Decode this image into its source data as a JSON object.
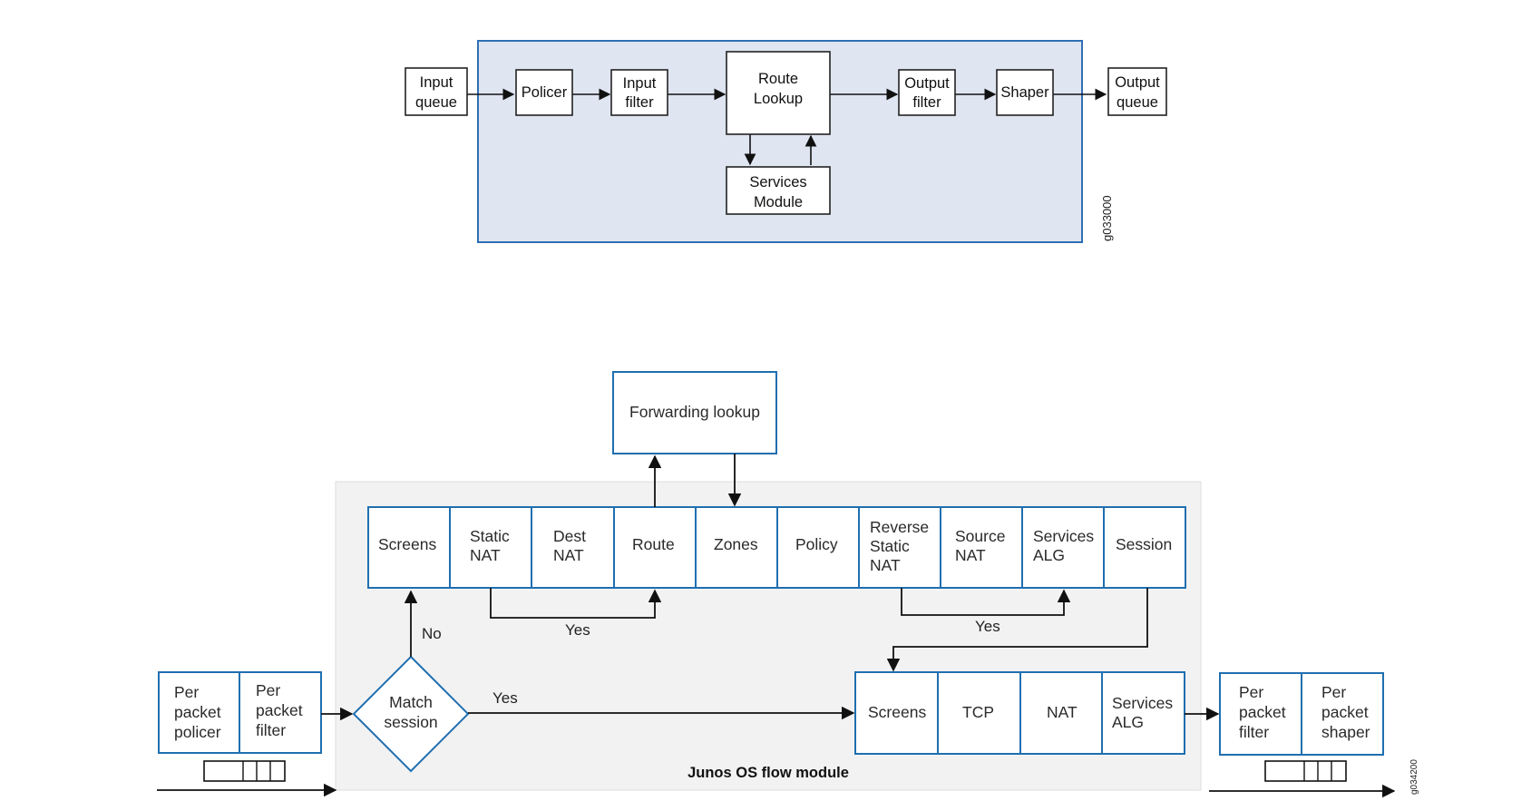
{
  "diagram_top": {
    "boxes": {
      "input_queue": [
        "Input",
        "queue"
      ],
      "policer": [
        "Policer"
      ],
      "input_filter": [
        "Input",
        "filter"
      ],
      "route_lookup": [
        "Route",
        "Lookup"
      ],
      "services_module": [
        "Services",
        "Module"
      ],
      "output_filter": [
        "Output",
        "filter"
      ],
      "shaper": [
        "Shaper"
      ],
      "output_queue": [
        "Output",
        "queue"
      ]
    },
    "figure_id": "g033000"
  },
  "diagram_bottom": {
    "forwarding_lookup": "Forwarding lookup",
    "flow_row": [
      [
        "Screens"
      ],
      [
        "Static",
        "NAT"
      ],
      [
        "Dest",
        "NAT"
      ],
      [
        "Route"
      ],
      [
        "Zones"
      ],
      [
        "Policy"
      ],
      [
        "Reverse",
        "Static",
        "NAT"
      ],
      [
        "Source",
        "NAT"
      ],
      [
        "Services",
        "ALG"
      ],
      [
        "Session"
      ]
    ],
    "fast_path_row": [
      [
        "Screens"
      ],
      [
        "TCP"
      ],
      [
        "NAT"
      ],
      [
        "Services",
        "ALG"
      ]
    ],
    "ingress": [
      [
        "Per",
        "packet",
        "policer"
      ],
      [
        "Per",
        "packet",
        "filter"
      ]
    ],
    "egress": [
      [
        "Per",
        "packet",
        "filter"
      ],
      [
        "Per",
        "packet",
        "shaper"
      ]
    ],
    "decision": [
      "Match",
      "session"
    ],
    "labels": {
      "no": "No",
      "yes_match": "Yes",
      "yes_nat_left": "Yes",
      "yes_nat_right": "Yes"
    },
    "module_title": "Junos OS flow module",
    "figure_id": "g034200"
  },
  "colors": {
    "diagram_top_bg": "#dfe5f1",
    "diagram_top_border": "#2f6fb3",
    "box_border_blue": "#1f6fb0",
    "module_bg": "#f2f2f2"
  }
}
